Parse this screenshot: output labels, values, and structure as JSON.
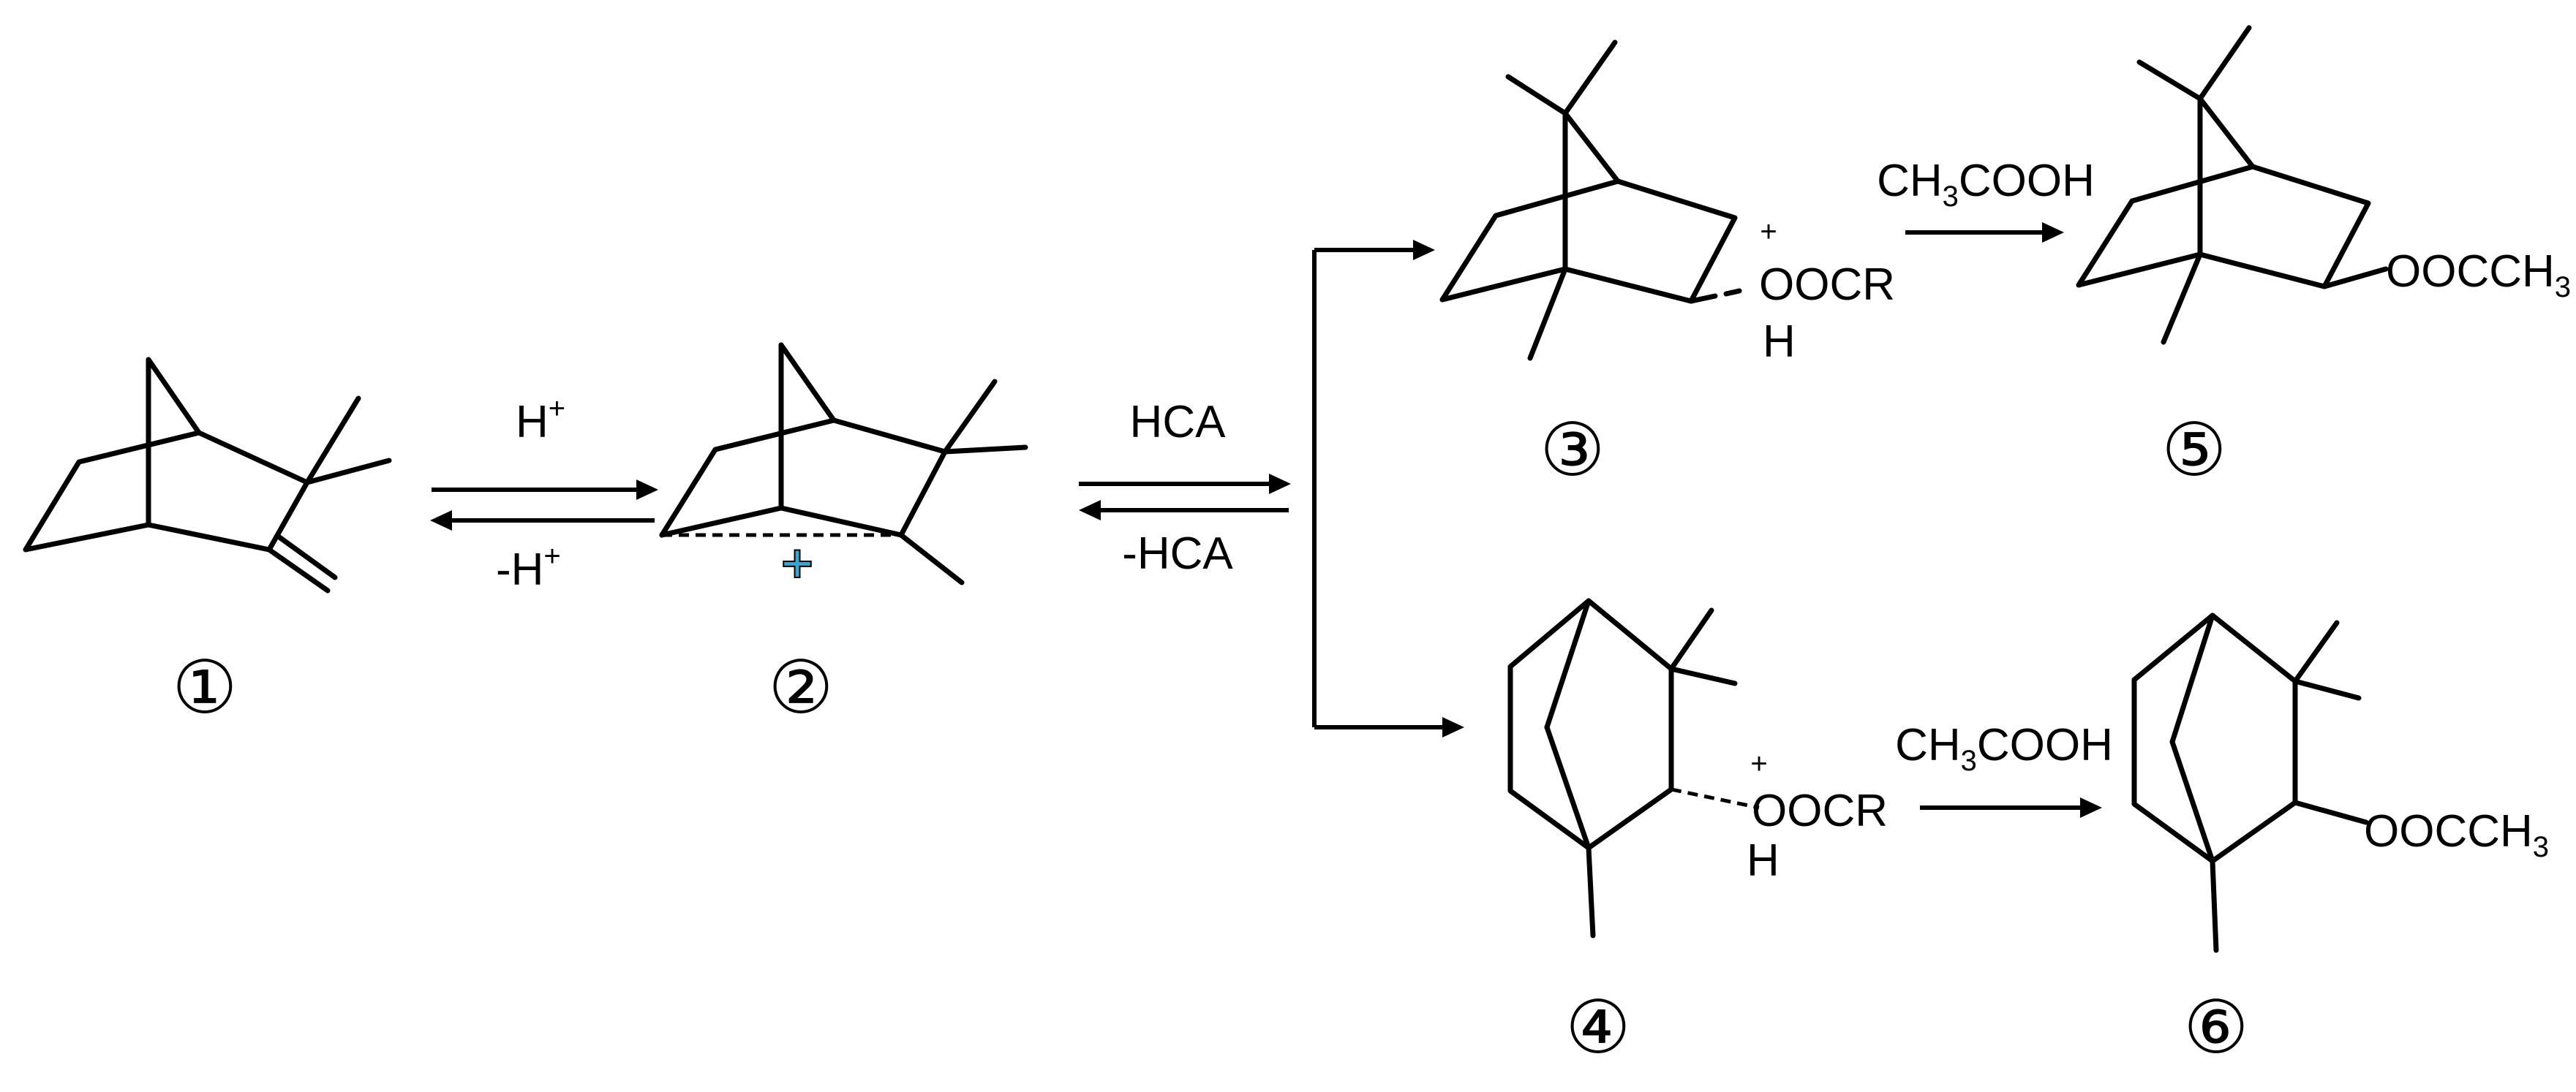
{
  "labels": {
    "compound_1": "①",
    "compound_2": "②",
    "compound_3": "③",
    "compound_4": "④",
    "compound_5": "⑤",
    "compound_6": "⑥"
  },
  "reagents": {
    "forward_1": "H",
    "forward_1_sup": "+",
    "reverse_1": "-H",
    "reverse_1_sup": "+",
    "forward_2": "HCA",
    "reverse_2": "-HCA",
    "acid_top_pre": "CH",
    "acid_top_sub": "3",
    "acid_top_post": "COOH",
    "acid_bottom_pre": "CH",
    "acid_bottom_sub": "3",
    "acid_bottom_post": "COOH"
  },
  "groups": {
    "plus_3": "+",
    "oocr_3": "OOCR",
    "h_3": "H",
    "plus_4": "+",
    "oocr_4": "OOCR",
    "h_4": "H",
    "ester_5_pre": "OOCCH",
    "ester_5_sub": "3",
    "ester_6_pre": "OOCCH",
    "ester_6_sub": "3",
    "cation_2": "+"
  },
  "colors": {
    "cation_marker": "#3aa6d0"
  }
}
